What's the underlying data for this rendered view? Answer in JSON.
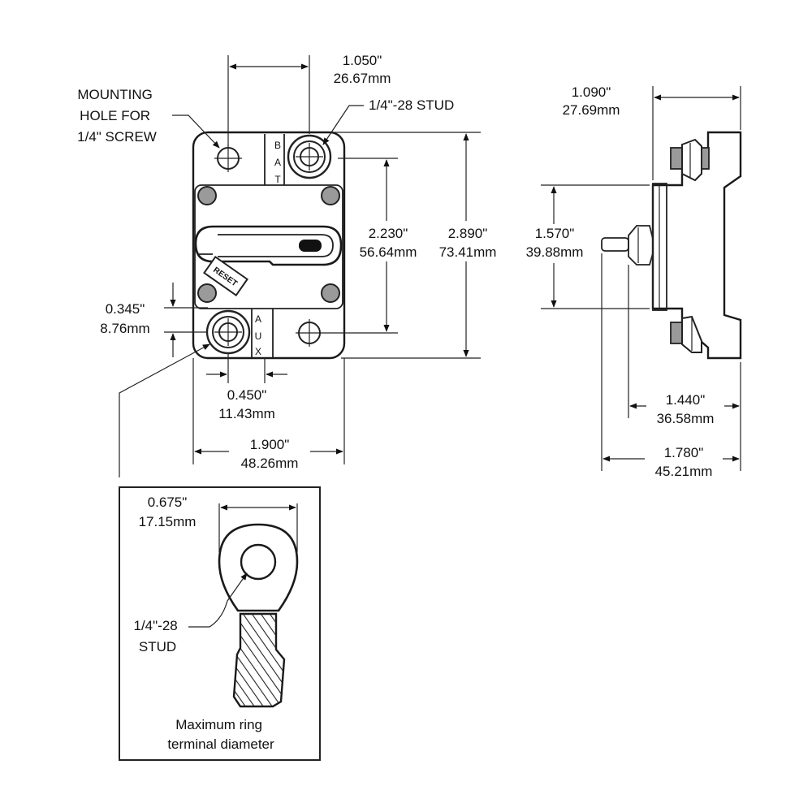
{
  "front_view": {
    "mounting_hole_label": [
      "MOUNTING",
      "HOLE FOR",
      "1/4\" SCREW"
    ],
    "stud_label": "1/4\"-28 STUD",
    "bat_letters": [
      "B",
      "A",
      "T"
    ],
    "aux_letters": [
      "A",
      "U",
      "X"
    ],
    "reset_label": "RESET",
    "dim_stud_spacing": {
      "inch": "1.050\"",
      "mm": "26.67mm"
    },
    "dim_height_inner": {
      "inch": "2.230\"",
      "mm": "56.64mm"
    },
    "dim_height_overall": {
      "inch": "2.890\"",
      "mm": "73.41mm"
    },
    "dim_stud_offset_y": {
      "inch": "0.345\"",
      "mm": "8.76mm"
    },
    "dim_stud_offset_x": {
      "inch": "0.450\"",
      "mm": "11.43mm"
    },
    "dim_width": {
      "inch": "1.900\"",
      "mm": "48.26mm"
    }
  },
  "side_view": {
    "dim_depth_top": {
      "inch": "1.090\"",
      "mm": "27.69mm"
    },
    "dim_flange_height": {
      "inch": "1.570\"",
      "mm": "39.88mm"
    },
    "dim_depth_body": {
      "inch": "1.440\"",
      "mm": "36.58mm"
    },
    "dim_depth_overall": {
      "inch": "1.780\"",
      "mm": "45.21mm"
    }
  },
  "ring_terminal": {
    "dim_diameter": {
      "inch": "0.675\"",
      "mm": "17.15mm"
    },
    "stud_label": [
      "1/4\"-28",
      "STUD"
    ],
    "caption": [
      "Maximum ring",
      "terminal diameter"
    ]
  }
}
